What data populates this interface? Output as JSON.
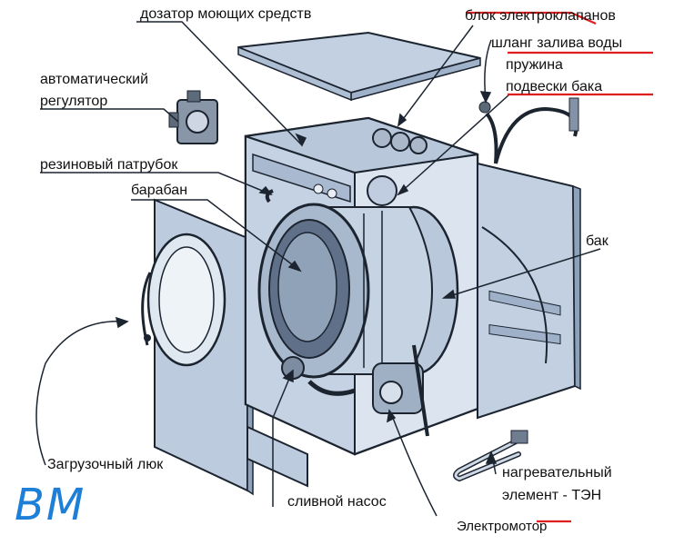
{
  "labels": {
    "dispenser": "дозатор моющих средств",
    "valve_block": "блок электроклапанов",
    "inlet_hose": "шланг залива воды",
    "spring_1": "пружина",
    "spring_2": "подвески бака",
    "regulator_1": "автоматический",
    "regulator_2": "регулятор",
    "rubber_pipe": "резиновый патрубок",
    "drum": "барабан",
    "tank": "бак",
    "door": "Загрузочный люк",
    "heater_1": "нагревательный",
    "heater_2": "элемент - ТЭН",
    "pump": "сливной насос",
    "motor": "Электромотор"
  },
  "logo": {
    "text": "BM",
    "color": "#1e7fd8"
  },
  "colors": {
    "body": "#c9d6e6",
    "panel": "#b9c8db",
    "outline": "#1c2430",
    "accent": "#e01e1e"
  }
}
